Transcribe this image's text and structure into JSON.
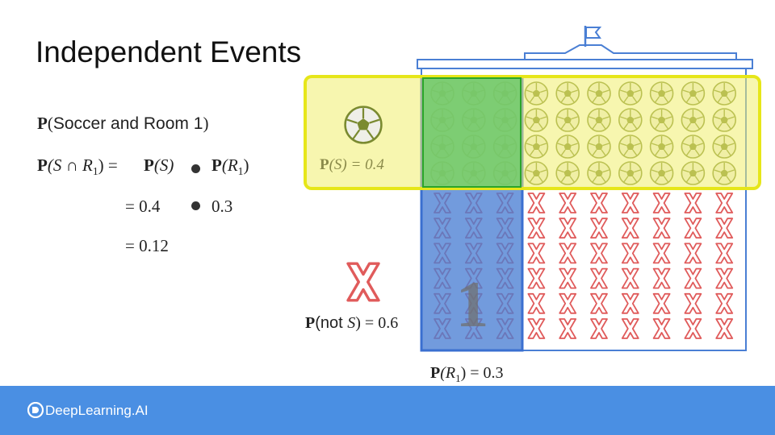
{
  "slide": {
    "title": "Independent Events"
  },
  "equations": {
    "line1": {
      "p": "P",
      "open": "(",
      "text": "Soccer and Room 1",
      "close": ")"
    },
    "line2": {
      "lhs_p": "P",
      "lhs_arg": "(S ∩ R",
      "lhs_sub": "1",
      "lhs_close": ") =",
      "a_p": "P",
      "a_arg": "(S)",
      "b_p": "P",
      "b_arg": "(R",
      "b_sub": "1",
      "b_close": ")"
    },
    "line3": {
      "left": "= 0.4",
      "right": "0.3"
    },
    "line4": {
      "value": "= 0.12"
    }
  },
  "diagram": {
    "soccer_label": {
      "p": "P",
      "arg": "(S) = 0.4"
    },
    "not_soccer_label": {
      "p": "P",
      "open": "(not ",
      "var": "S",
      "close": ") = 0.6"
    },
    "room_label": {
      "p": "P",
      "open": "(R",
      "sub": "1",
      "close": ") = 0.3"
    },
    "room_number": "1",
    "colors": {
      "soccer_band": "#f2f08a",
      "soccer_border": "#e6e619",
      "room_fill": "#4a7fd4",
      "room_border": "#3a6fd0",
      "green_overlap": "#5bd15b",
      "building_outline": "#4a7fd4",
      "x_mark": "#e05b5b",
      "ball": "#7a8a30"
    },
    "icons": [
      "soccer-ball-icon",
      "x-mark-icon",
      "flag-icon"
    ]
  },
  "footer": {
    "brand": "DeepLearning.AI",
    "color": "#4a8fe3"
  }
}
